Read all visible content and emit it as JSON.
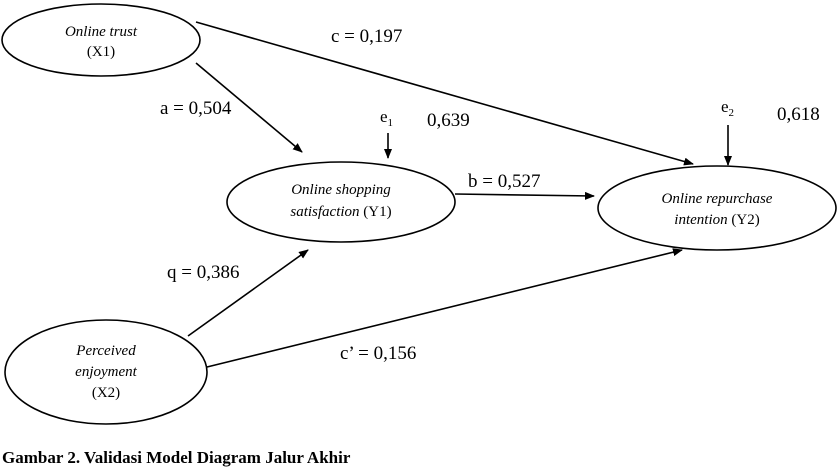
{
  "nodes": {
    "x1": {
      "line1": "Online trust",
      "line2": "(X1)"
    },
    "x2": {
      "line1": "Perceived",
      "line2": "enjoyment",
      "line3": "(X2)"
    },
    "y1": {
      "line1": "Online shopping",
      "line2_italic": "satisfaction",
      "line2_code": " (Y1)"
    },
    "y2": {
      "line1": "Online repurchase",
      "line2_italic": "intention",
      "line2_code": " (Y2)"
    }
  },
  "paths": {
    "a": "a = 0,504",
    "b": "b = 0,527",
    "c": "c = 0,197",
    "q": "q = 0,386",
    "c_prime": "c’ = 0,156"
  },
  "errors": {
    "e1": {
      "symbol": "e",
      "subscript": "1",
      "value": "0,639"
    },
    "e2": {
      "symbol": "e",
      "subscript": "2",
      "value": "0,618"
    }
  },
  "caption": "Gambar 2. Validasi Model Diagram Jalur Akhir"
}
